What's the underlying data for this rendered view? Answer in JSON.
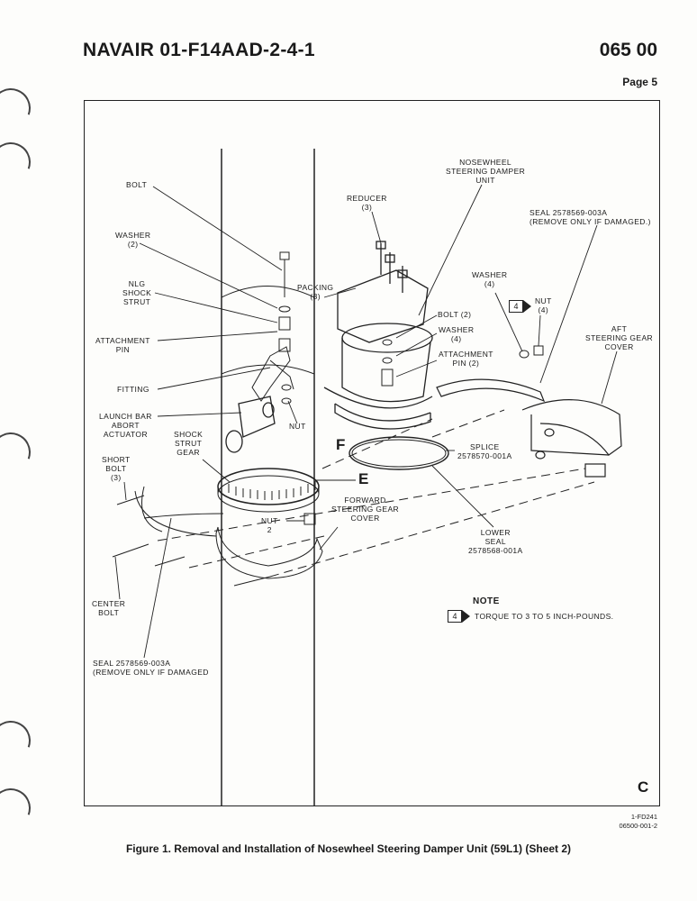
{
  "header": {
    "doc_number": "NAVAIR 01-F14AAD-2-4-1",
    "section": "065 00",
    "page": "Page 5"
  },
  "labels": {
    "bolt": "BOLT",
    "washer_2": "WASHER\n(2)",
    "nlg_shock_strut": "NLG\nSHOCK\nSTRUT",
    "attachment_pin": "ATTACHMENT\nPIN",
    "fitting": "FITTING",
    "launch_bar": "LAUNCH BAR\nABORT\nACTUATOR",
    "shock_strut_gear": "SHOCK\nSTRUT\nGEAR",
    "short_bolt": "SHORT\nBOLT\n(3)",
    "center_bolt": "CENTER\nBOLT",
    "seal_bottom": "SEAL 2578569-003A\n(REMOVE ONLY IF DAMAGED",
    "reducer": "REDUCER\n(3)",
    "packing": "PACKING\n(3)",
    "damper_unit": "NOSEWHEEL\nSTEERING DAMPER\nUNIT",
    "seal_top": "SEAL 2578569-003A\n(REMOVE ONLY IF DAMAGED.)",
    "washer_4a": "WASHER\n(4)",
    "nut_4": "NUT\n(4)",
    "bolt_2": "BOLT (2)",
    "washer_4b": "WASHER\n(4)",
    "attachment_pin_2": "ATTACHMENT\nPIN (2)",
    "aft_cover": "AFT\nSTEERING GEAR\nCOVER",
    "nut": "NUT",
    "splice": "SPLICE\n2578570-001A",
    "forward_cover": "FORWARD\nSTEERING GEAR\nCOVER",
    "nut_2": "NUT\n2",
    "lower_seal": "LOWER\nSEAL\n2578568-001A",
    "detail_e": "E",
    "detail_f": "F",
    "detail_c": "C"
  },
  "note": {
    "title": "NOTE",
    "flag": "4",
    "text": "TORQUE TO 3 TO 5 INCH-POUNDS."
  },
  "flag_nut": "4",
  "figure_id": "1-FD241\n06500-001-2",
  "caption": "Figure 1. Removal and Installation of Nosewheel Steering Damper Unit (59L1) (Sheet 2)"
}
